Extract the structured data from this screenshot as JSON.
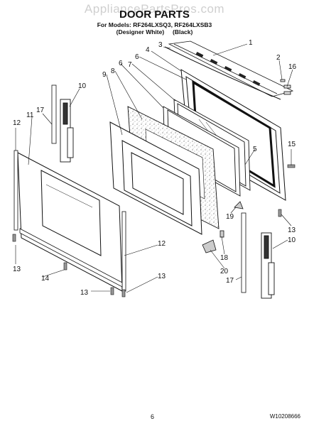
{
  "watermark": "AppliancePartsPros.com",
  "title": "DOOR PARTS",
  "models_line": "For Models: RF264LXSQ3, RF264LXSB3",
  "variants_line": "(Designer White)     (Black)",
  "page_number": "6",
  "document_number": "W10208666",
  "callouts": {
    "c1": "1",
    "c2": "2",
    "c16": "16",
    "c3": "3",
    "c4": "4",
    "c5": "5",
    "c6": "6",
    "c7": "7",
    "c8": "8",
    "c9": "9",
    "c6b": "6",
    "c10": "10",
    "c17": "17",
    "c11": "11",
    "c12": "12",
    "c13a": "13",
    "c14": "14",
    "c13b": "13",
    "c12b": "12",
    "c13c": "13",
    "c15": "15",
    "c13d": "13",
    "c19": "19",
    "c18": "18",
    "c20": "20",
    "c10b": "10",
    "c17b": "17"
  }
}
